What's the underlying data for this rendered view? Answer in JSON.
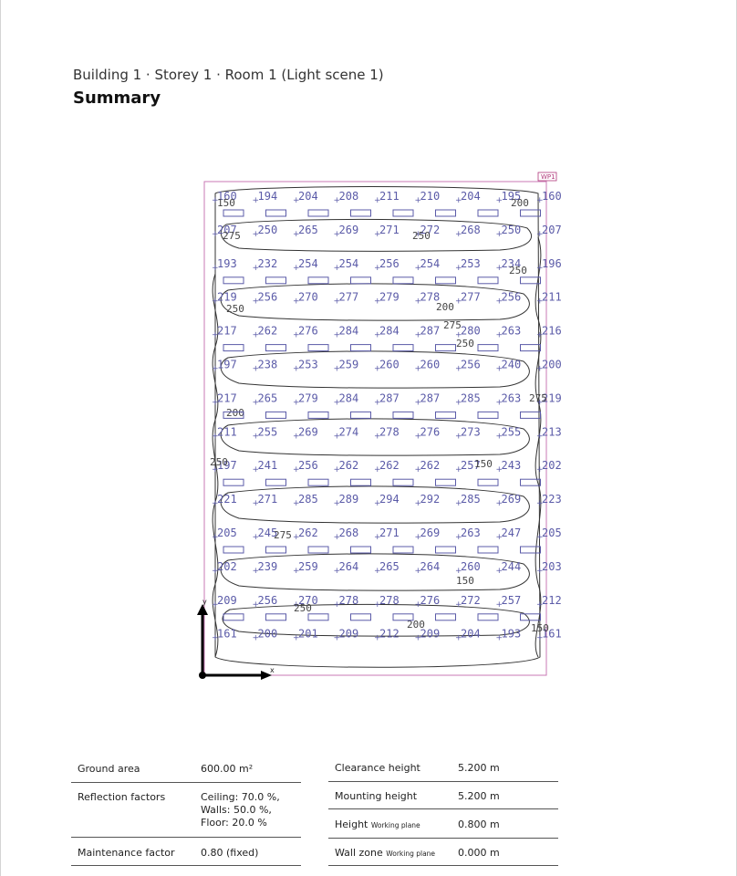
{
  "header": {
    "breadcrumb": "Building 1 · Storey 1 · Room 1 (Light scene 1)",
    "title": "Summary"
  },
  "plan": {
    "working_plane_tag": "WP1",
    "axis_x_label": "x",
    "axis_y_label": "y",
    "grid_values": [
      [
        "160",
        "194",
        "204",
        "208",
        "211",
        "210",
        "204",
        "195",
        "160"
      ],
      [
        "207",
        "250",
        "265",
        "269",
        "271",
        "272",
        "268",
        "250",
        "207"
      ],
      [
        "193",
        "232",
        "254",
        "254",
        "256",
        "254",
        "253",
        "234",
        "196"
      ],
      [
        "219",
        "256",
        "270",
        "277",
        "279",
        "278",
        "277",
        "256",
        "211"
      ],
      [
        "217",
        "262",
        "276",
        "284",
        "284",
        "287",
        "280",
        "263",
        "216"
      ],
      [
        "197",
        "238",
        "253",
        "259",
        "260",
        "260",
        "256",
        "240",
        "200"
      ],
      [
        "217",
        "265",
        "279",
        "284",
        "287",
        "287",
        "285",
        "263",
        "219"
      ],
      [
        "211",
        "255",
        "269",
        "274",
        "278",
        "276",
        "273",
        "255",
        "213"
      ],
      [
        "197",
        "241",
        "256",
        "262",
        "262",
        "262",
        "257",
        "243",
        "202"
      ],
      [
        "221",
        "271",
        "285",
        "289",
        "294",
        "292",
        "285",
        "269",
        "223"
      ],
      [
        "205",
        "245",
        "262",
        "268",
        "271",
        "269",
        "263",
        "247",
        "205"
      ],
      [
        "202",
        "239",
        "259",
        "264",
        "265",
        "264",
        "260",
        "244",
        "203"
      ],
      [
        "209",
        "256",
        "270",
        "278",
        "278",
        "276",
        "272",
        "257",
        "212"
      ],
      [
        "161",
        "200",
        "201",
        "209",
        "212",
        "209",
        "204",
        "193",
        "161"
      ]
    ],
    "isoline_labels": [
      "150",
      "200",
      "250",
      "275",
      "250",
      "200",
      "250",
      "275",
      "250",
      "275",
      "200",
      "150",
      "250",
      "275",
      "150",
      "250",
      "200",
      "150"
    ]
  },
  "summary_left": [
    {
      "label": "Ground area",
      "value": "600.00 m²"
    },
    {
      "label": "Reflection factors",
      "value_lines": [
        "Ceiling: 70.0 %,",
        "Walls: 50.0 %,",
        "Floor: 20.0 %"
      ]
    },
    {
      "label": "Maintenance factor",
      "value": "0.80 (fixed)"
    }
  ],
  "summary_right": [
    {
      "label": "Clearance height",
      "label_sub": "",
      "value": "5.200 m"
    },
    {
      "label": "Mounting height",
      "label_sub": "",
      "value": "5.200 m"
    },
    {
      "label": "Height",
      "label_sub": "Working plane",
      "value": "0.800 m"
    },
    {
      "label": "Wall zone",
      "label_sub": "Working plane",
      "value": "0.000 m"
    }
  ]
}
